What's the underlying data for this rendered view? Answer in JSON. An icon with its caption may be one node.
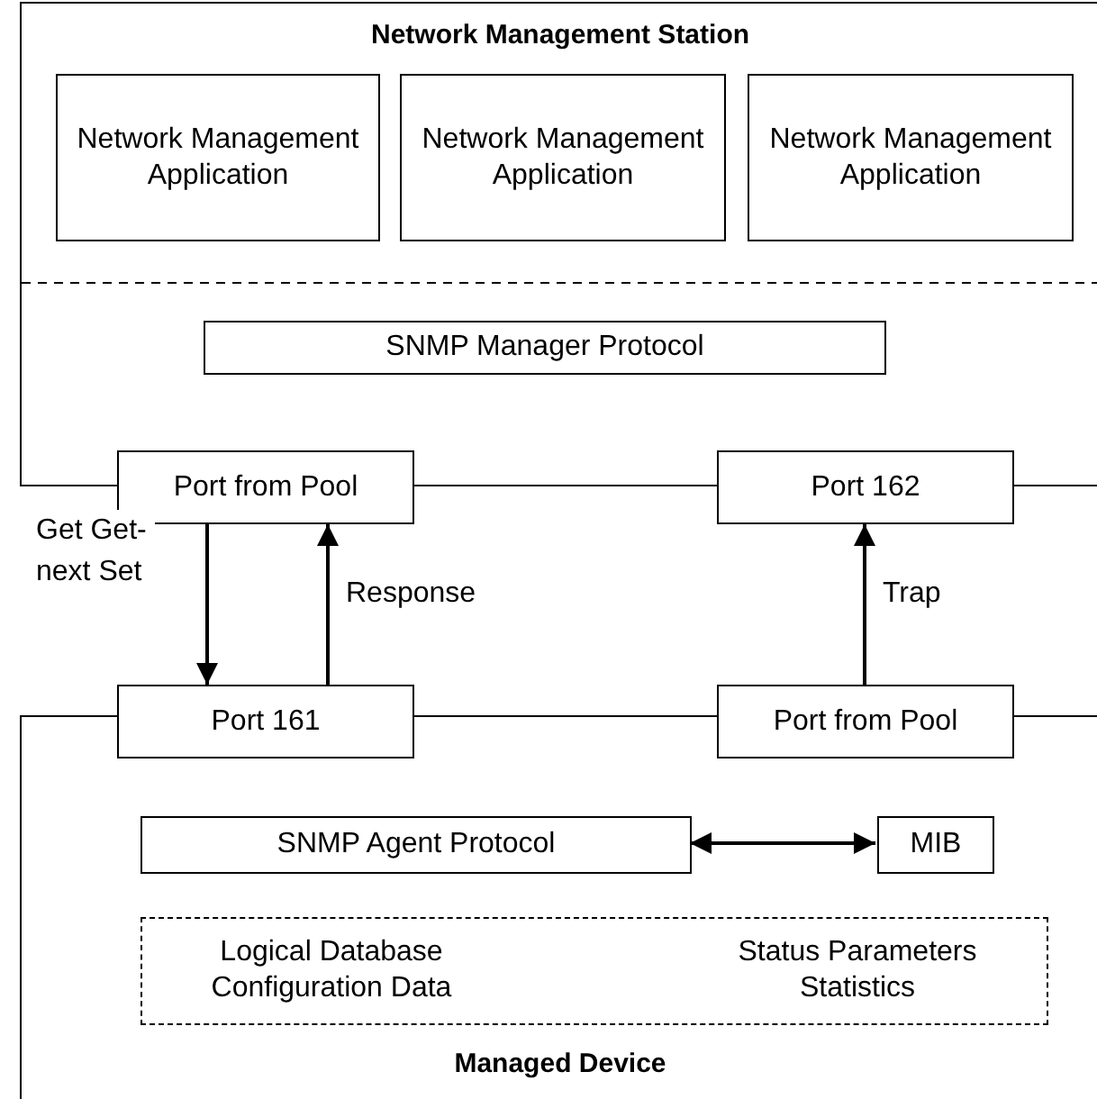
{
  "diagram": {
    "nodes": [
      {
        "text": [
          "Network Management Station"
        ]
      },
      {
        "text": [
          "Network Management Application"
        ],
        "in": 0
      },
      {
        "text": [
          "Network Management Application"
        ],
        "in": 0
      },
      {
        "text": [
          "Network Management Application"
        ],
        "in": 0
      },
      {
        "text": [
          "SNMP Manager Protocol"
        ],
        "in": 0
      },
      {
        "text": [
          "Port from Pool"
        ]
      },
      {
        "text": [
          "Port 162"
        ]
      },
      {
        "text": [
          "Managed Device"
        ]
      },
      {
        "text": [
          "Port 161"
        ]
      },
      {
        "text": [
          "Port from Pool"
        ]
      },
      {
        "text": [
          "SNMP Agent Protocol"
        ],
        "in": 7
      },
      {
        "text": [
          "MIB"
        ],
        "in": 7
      },
      {
        "text": [
          "Logical Database Configuration Data",
          "Status Parameters Statistics"
        ],
        "in": 7
      }
    ],
    "edges": [
      {
        "from": 5,
        "to": 8,
        "arrow": "to",
        "label": "Get Get-next Set"
      },
      {
        "from": 8,
        "to": 5,
        "arrow": "to",
        "label": "Response"
      },
      {
        "from": 9,
        "to": 6,
        "arrow": "to",
        "label": "Trap"
      },
      {
        "from": 10,
        "to": 11,
        "arrow": "both"
      }
    ]
  }
}
